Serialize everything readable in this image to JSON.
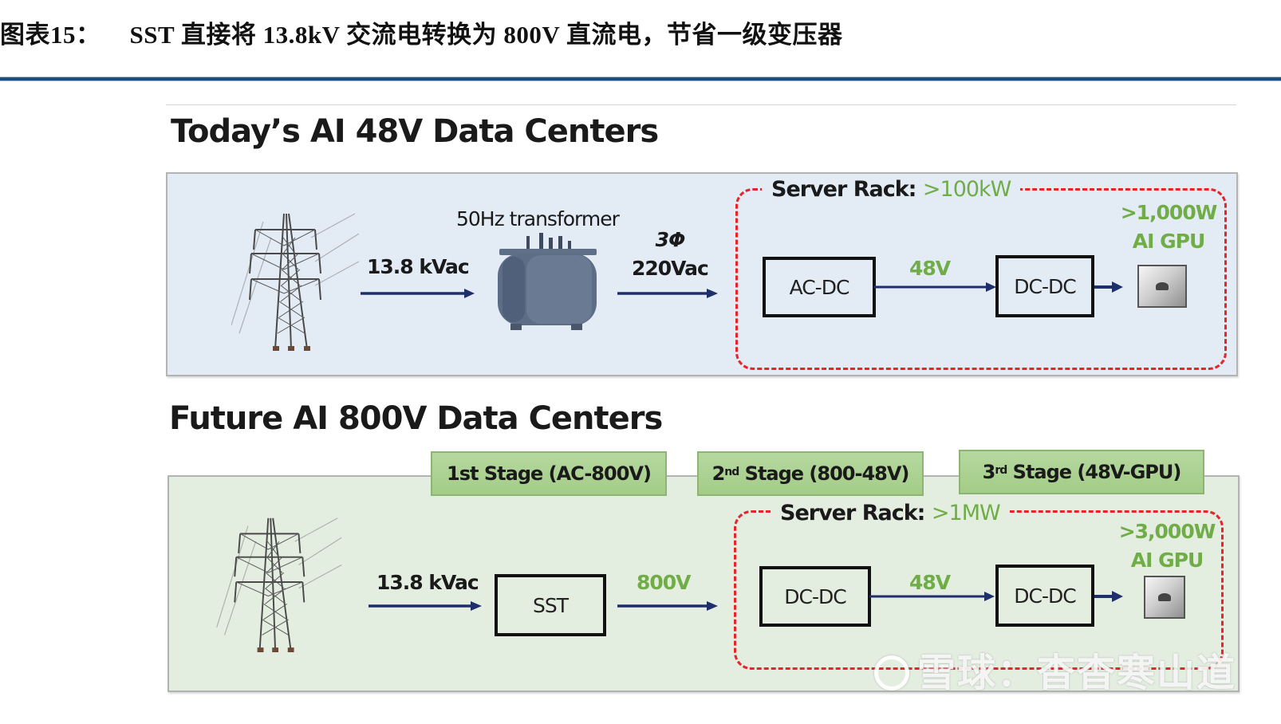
{
  "caption": {
    "number": "图表15：",
    "title": "SST 直接将 13.8kV 交流电转换为 800V 直流电，节省一级变压器"
  },
  "colors": {
    "rule": "#1F4E79",
    "today_panel_bg": "#e3ebf5",
    "future_panel_bg": "#e3ede0",
    "rack_dash": "#e8232a",
    "green_value": "#70ad47",
    "stage_fill": "#a9d18e",
    "arrow": "#1f2f6b"
  },
  "today": {
    "title": "Today’s AI 48V Data Centers",
    "input_voltage": "13.8 kVac",
    "transformer_label": "50Hz transformer",
    "phase_label": "3Φ",
    "output_voltage": "220Vac",
    "rack": {
      "label": "Server Rack:",
      "value": ">100kW"
    },
    "box1": "AC-DC",
    "bus_voltage": "48V",
    "box2": "DC-DC",
    "gpu_power": ">1,000W",
    "gpu_label": "AI GPU"
  },
  "future": {
    "title": "Future AI 800V Data Centers",
    "stages": [
      {
        "prefix": "1st",
        "sup": "",
        "text": " Stage (AC-800V)"
      },
      {
        "prefix": "2",
        "sup": "nd",
        "text": " Stage (800-48V)"
      },
      {
        "prefix": "3",
        "sup": "rd",
        "text": " Stage (48V-GPU)"
      }
    ],
    "input_voltage": "13.8 kVac",
    "sst_label": "SST",
    "sst_output": "800V",
    "rack": {
      "label": "Server Rack:",
      "value": ">1MW"
    },
    "box1": "DC-DC",
    "bus_voltage": "48V",
    "box2": "DC-DC",
    "gpu_power": ">3,000W",
    "gpu_label": "AI GPU"
  },
  "icons": {
    "tower": "transmission-tower",
    "transformer": "power-transformer",
    "gpu": "gpu-chip",
    "arrow": "right-arrow"
  },
  "watermark": "雪球：杳杳寒山道"
}
